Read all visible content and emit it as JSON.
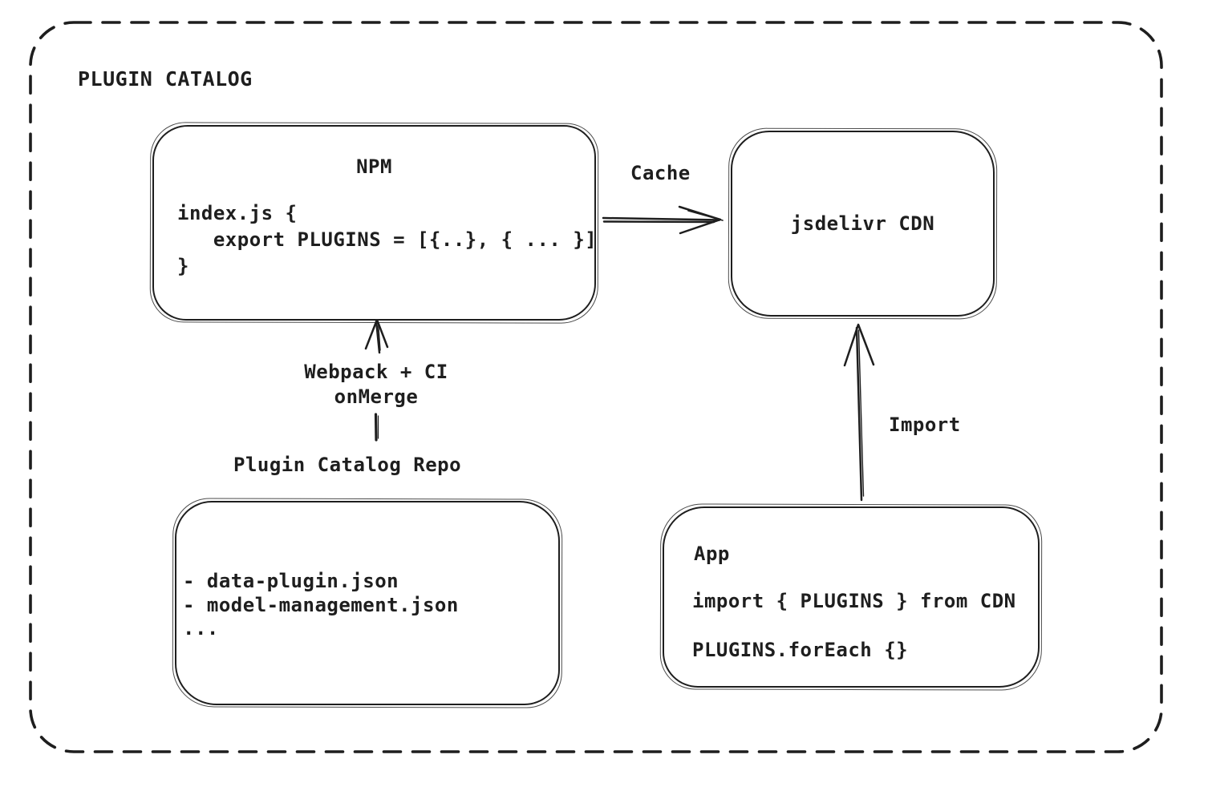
{
  "colors": {
    "stroke": "#1e1e1e",
    "background": "#ffffff"
  },
  "frame": {
    "title": "PLUGIN CATALOG"
  },
  "nodes": {
    "npm": {
      "title": "NPM",
      "code_lines": [
        "index.js {",
        "   export PLUGINS = [{..}, { ... }]",
        "}"
      ]
    },
    "cdn": {
      "title": "jsdelivr CDN"
    },
    "repo": {
      "label": "Plugin Catalog Repo",
      "files": [
        "- data-plugin.json",
        "- model-management.json",
        "..."
      ]
    },
    "app": {
      "title": "App",
      "code_lines": [
        "import { PLUGINS } from CDN",
        "PLUGINS.forEach {}"
      ]
    }
  },
  "edges": {
    "cache": {
      "label": "Cache"
    },
    "build": {
      "line1": "Webpack + CI",
      "line2": "onMerge"
    },
    "import": {
      "label": "Import"
    }
  }
}
